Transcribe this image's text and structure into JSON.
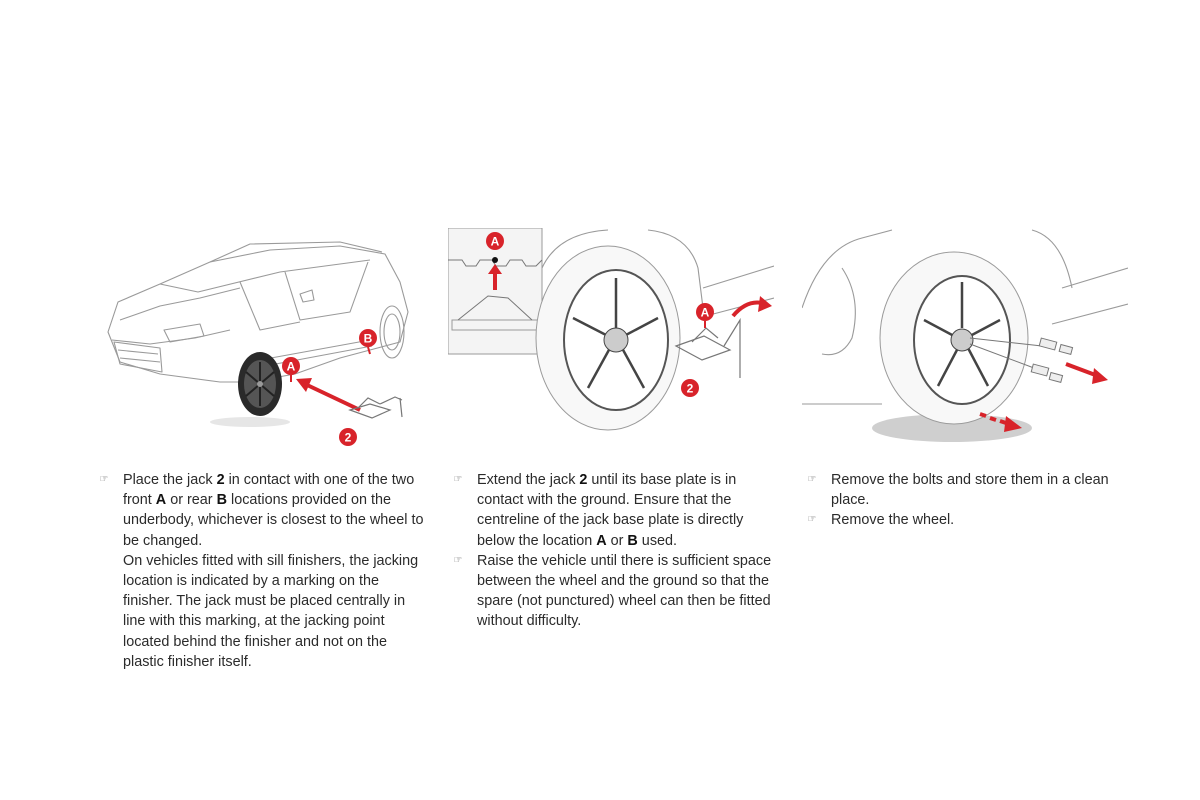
{
  "bullet_icon": "pointing-hand-icon",
  "colors": {
    "accent_red": "#d8232a",
    "line_gray": "#9a9a9a"
  },
  "illustrations": {
    "car_side": {
      "label_a": "A",
      "label_b": "B",
      "label_jack": "2"
    },
    "jack_extend": {
      "label_a_top": "A",
      "label_a": "A",
      "label_jack": "2"
    },
    "remove_wheel": {}
  },
  "columns": [
    {
      "items": [
        {
          "segments": [
            {
              "t": "Place the jack "
            },
            {
              "t": "2",
              "b": true
            },
            {
              "t": " in contact with one of the two front "
            },
            {
              "t": "A",
              "b": true
            },
            {
              "t": " or rear "
            },
            {
              "t": "B",
              "b": true
            },
            {
              "t": " locations provided on the underbody, whichever is closest to the wheel to be changed."
            }
          ],
          "continuation": "On vehicles fitted with sill finishers, the jacking location is indicated by a marking on the finisher. The jack must be placed centrally in line with this marking, at the jacking point located behind the finisher and not on the plastic finisher itself."
        }
      ]
    },
    {
      "items": [
        {
          "segments": [
            {
              "t": "Extend the jack "
            },
            {
              "t": "2",
              "b": true
            },
            {
              "t": " until its base plate is in contact with the ground. Ensure that the centreline of the jack base plate is directly below the location "
            },
            {
              "t": "A",
              "b": true
            },
            {
              "t": " or "
            },
            {
              "t": "B",
              "b": true
            },
            {
              "t": " used."
            }
          ]
        },
        {
          "segments": [
            {
              "t": "Raise the vehicle until there is sufficient space between the wheel and the ground so that the spare (not punctured) wheel can then be fitted without difficulty."
            }
          ]
        }
      ]
    },
    {
      "items": [
        {
          "segments": [
            {
              "t": "Remove the bolts and store them in a clean place."
            }
          ]
        },
        {
          "segments": [
            {
              "t": "Remove the wheel."
            }
          ]
        }
      ]
    }
  ]
}
